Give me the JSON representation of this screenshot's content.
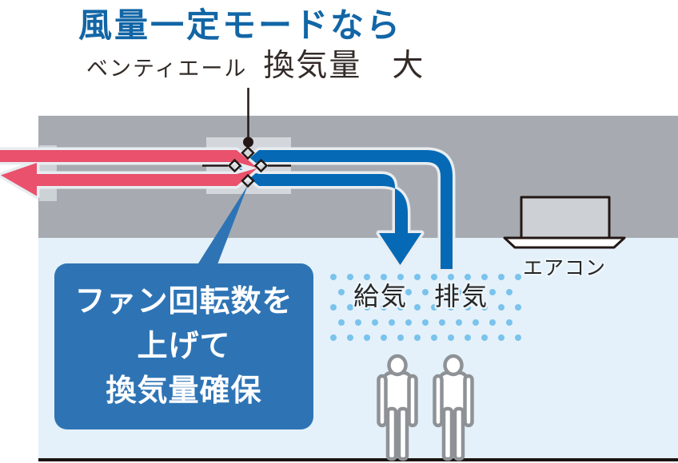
{
  "title": {
    "text": "風量一定モードなら"
  },
  "subtitle": {
    "brand": "ベンティエール",
    "metric": "換気量",
    "value": "大"
  },
  "labels": {
    "supply": "給気",
    "exhaust": "排気",
    "aircon": "エアコン"
  },
  "callout": {
    "line1": "ファン回転数を",
    "line2": "上げて",
    "line3": "換気量確保"
  },
  "colors": {
    "title_blue": "#1266A6",
    "pipe_blue": "#0569B5",
    "callout_blue": "#2E74B5",
    "exhaust_pink": "#E9516C",
    "pipe_outline": "#E8EDF1",
    "ceiling_gray": "#A7ABB1",
    "unit_gray": "#D3D6DA",
    "room_blue": "#E4F1FA",
    "dot_blue": "#79C3EC",
    "ink": "#231815",
    "person_gray": "#8E9296",
    "floor_dark": "#1A1311"
  }
}
